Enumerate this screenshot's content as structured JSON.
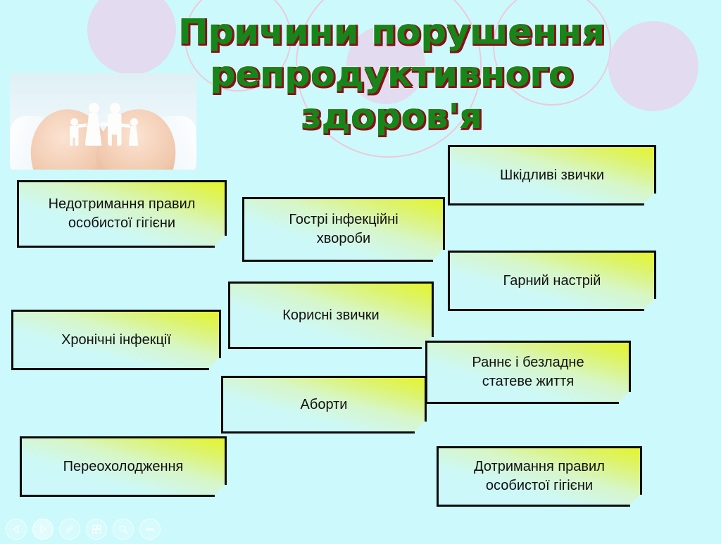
{
  "slide": {
    "background_color": "#ccfafc",
    "title": "Причини порушення\nрепродуктивного\nздоров'я",
    "title_color": "#18851b",
    "title_shadow_color": "#8a0f18",
    "photo_alt": "hands-holding-paper-family-cutout"
  },
  "decorations": {
    "circle_fill_color": "#e3dbef",
    "circle_ring_color": "#edc9dd"
  },
  "boxes": [
    {
      "id": "hygiene-bad",
      "label": "Недотримання правил\nособистої гігієни"
    },
    {
      "id": "acute-inf",
      "label": "Гострі інфекційні\nхвороби"
    },
    {
      "id": "bad-habits",
      "label": "Шкідливі звички"
    },
    {
      "id": "good-mood",
      "label": "Гарний настрій"
    },
    {
      "id": "good-habits",
      "label": "Корисні  звички"
    },
    {
      "id": "chronic-inf",
      "label": "Хронічні інфекції"
    },
    {
      "id": "early-sex",
      "label": "Раннє і безладне\nстатеве життя"
    },
    {
      "id": "abortions",
      "label": "Аборти"
    },
    {
      "id": "hypothermia",
      "label": "Переохолодження"
    },
    {
      "id": "hygiene-good",
      "label": "Дотримання правил\nособистої гігієни"
    }
  ],
  "toolbar": {
    "buttons": [
      {
        "icon": "previous-slide-icon",
        "label": ""
      },
      {
        "icon": "next-slide-icon",
        "label": ""
      },
      {
        "icon": "pen-icon",
        "label": ""
      },
      {
        "icon": "slides-grid-icon",
        "label": ""
      },
      {
        "icon": "zoom-magnifier-icon",
        "label": ""
      },
      {
        "icon": "more-options-icon",
        "label": ""
      }
    ]
  }
}
